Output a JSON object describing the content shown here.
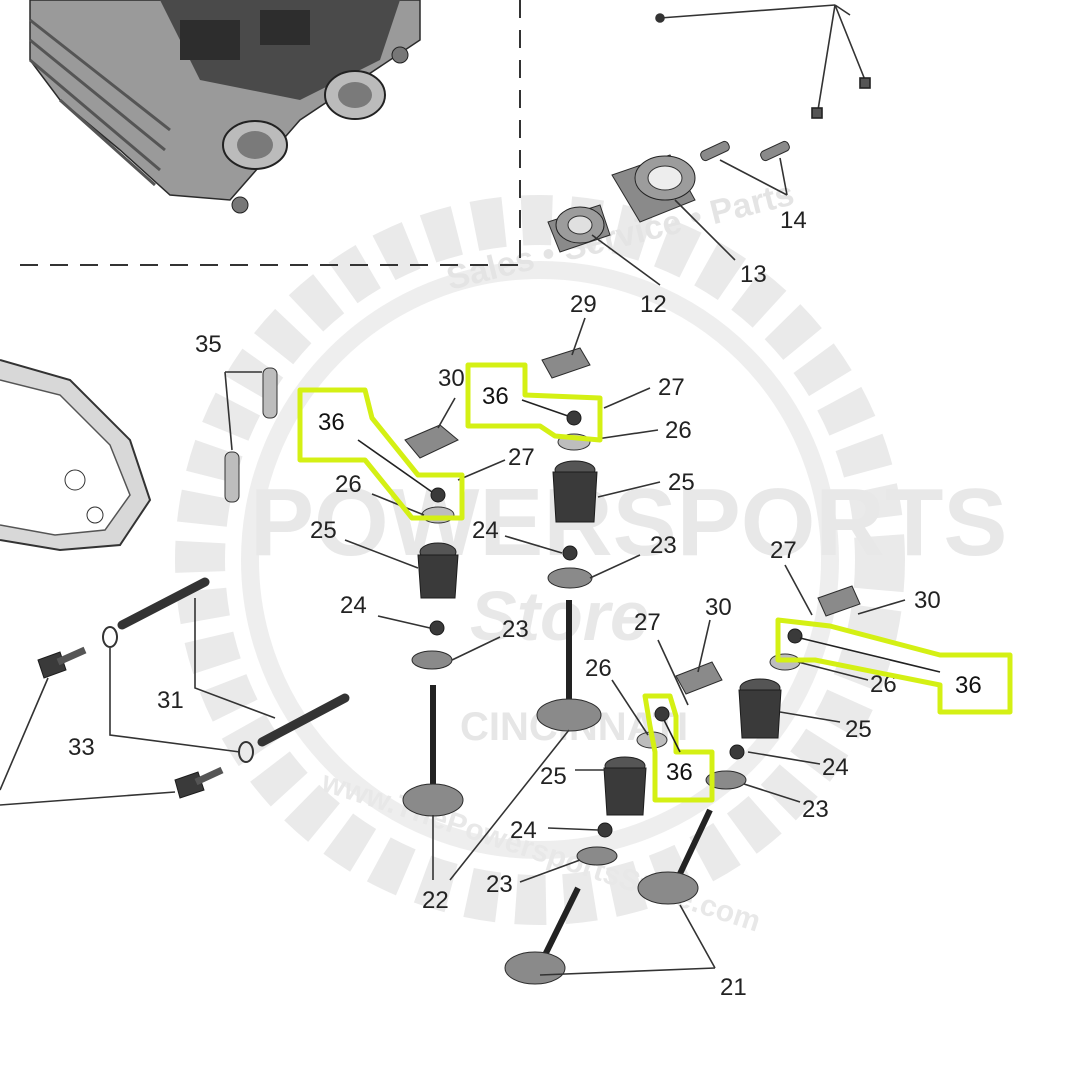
{
  "colors": {
    "highlight": "#d4f014",
    "part_dark": "#3a3a3a",
    "part_mid": "#8a8a8a",
    "watermark": "#e4e4e4"
  },
  "watermark": {
    "tagline": "Sales • Service • Parts",
    "brand_line1": "POWERSPORTS",
    "brand_line2": "Store",
    "city": "CINCINNATI",
    "url": "www.ThePowersportsStore.com"
  },
  "labels": {
    "l35": "35",
    "l36a": "36",
    "l30a": "30",
    "l36b": "36",
    "l29": "29",
    "l27a": "27",
    "l26a": "26",
    "l27b": "27",
    "l26b": "26",
    "l25a": "25",
    "l25b": "25",
    "l24a": "24",
    "l23a": "23",
    "l24b": "24",
    "l23b": "23",
    "l14": "14",
    "l13": "13",
    "l12": "12",
    "l31": "31",
    "l33": "33",
    "l27c": "27",
    "l30b": "30",
    "l27d": "27",
    "l30c": "30",
    "l26c": "26",
    "l26d": "26",
    "l36c": "36",
    "l36d": "36",
    "l25c": "25",
    "l25d": "25",
    "l24c": "24",
    "l24d": "24",
    "l23c": "23",
    "l23d": "23",
    "l22": "22",
    "l21": "21"
  }
}
